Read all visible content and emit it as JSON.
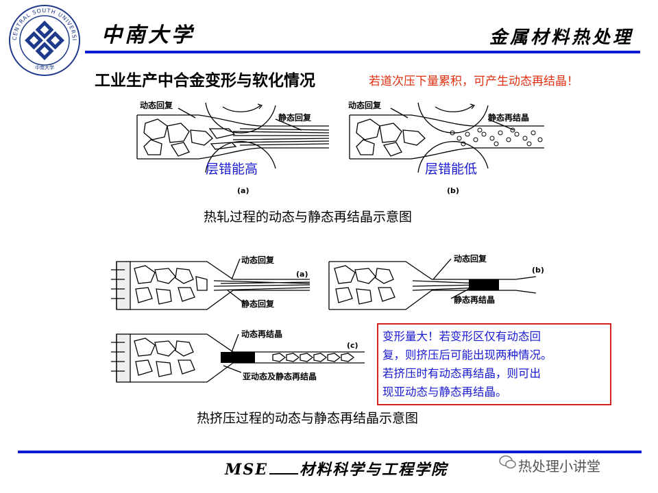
{
  "header": {
    "school_name": "中南大学",
    "course_title": "金属材料热处理",
    "logo_text": "CENTRAL SOUTH UNIVERSITY",
    "logo_text_cn": "中南大学"
  },
  "slide": {
    "title": "工业生产中合金变形与软化情况",
    "note": "若道次压下量累积，可产生动态再结晶！",
    "figure1": {
      "labels": {
        "a_dynamic_recovery": "动态回复",
        "a_static_recovery": "静态回复",
        "b_dynamic_recovery": "动态回复",
        "b_static_recrystallization": "静态再结晶",
        "a_tag": "(a)",
        "b_tag": "(b)"
      },
      "overlay_a": "层错能高",
      "overlay_b": "层错能低",
      "caption": "热轧过程的动态与静态再结晶示意图"
    },
    "figure2": {
      "labels": {
        "a_dynamic_recovery": "动态回复",
        "a_static_recovery": "静态回复",
        "b_dynamic_recovery": "动态回复",
        "b_static_recrystallization": "静态再结晶",
        "c_dynamic_recrystallization": "动态再结晶",
        "c_sub_dynamic": "亚动态及静态再结晶",
        "a_tag": "(a)",
        "b_tag": "(b)",
        "c_tag": "(c)"
      },
      "caption": "热挤压过程的动态与静态再结晶示意图"
    },
    "callout_lines": [
      "变形量大！若变形区仅有动态回",
      "复，则挤压后可能出现两种情况。",
      "若挤压时有动态再结晶，则可出",
      "现亚动态与静态再结晶。"
    ]
  },
  "footer": {
    "prefix": "MSE",
    "school": "材料科学与工程学院",
    "watermark": "热处理小讲堂"
  },
  "colors": {
    "rule": "#0b1bd6",
    "note": "#e03010",
    "blue_text": "#1a1ad0",
    "callout_border": "#d42020"
  }
}
